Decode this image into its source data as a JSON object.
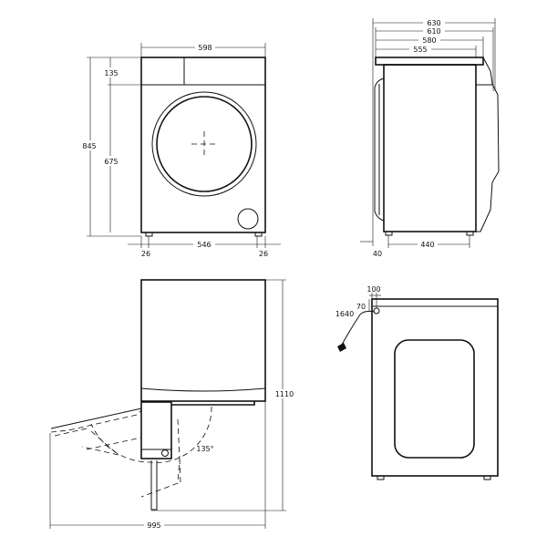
{
  "front_view": {
    "width": "598",
    "total_height": "845",
    "body_height": "675",
    "panel_height": "135",
    "foot_spacing": "546",
    "left_offset": "26",
    "right_offset": "26"
  },
  "side_view": {
    "depth_total": "630",
    "depth_door": "610",
    "depth_panel": "580",
    "depth_body": "555",
    "foot_spacing": "440",
    "front_offset": "40"
  },
  "door_open_view": {
    "total_width": "995",
    "height_open_lid": "1110",
    "door_angle": "135°"
  },
  "rear_view": {
    "inlet_horizontal": "100",
    "inlet_vertical": "70",
    "cable_length": "1640"
  },
  "colors": {
    "line": "#111111",
    "background": "#ffffff"
  }
}
